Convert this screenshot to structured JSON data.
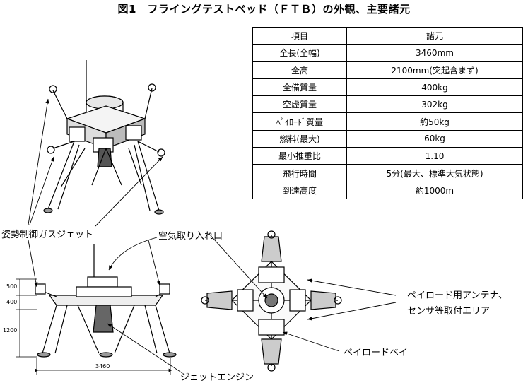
{
  "title": "図1　フライングテストベッド（ＦＴＢ）の外観、主要諸元",
  "spec_table": {
    "headers": [
      "項目",
      "諸元"
    ],
    "rows": [
      [
        "全長(全幅)",
        "3460mm"
      ],
      [
        "全高",
        "2100mm(突起含まず)"
      ],
      [
        "全備質量",
        "400kg"
      ],
      [
        "空虚質量",
        "302kg"
      ],
      [
        "ﾍﾟｲﾛｰﾄﾞ質量",
        "約50kg"
      ],
      [
        "燃料(最大)",
        "60kg"
      ],
      [
        "最小推重比",
        "1.10"
      ],
      [
        "飛行時間",
        "5分(最大、標準大気状態)"
      ],
      [
        "到達高度",
        "約1000m"
      ]
    ]
  },
  "labels": {
    "attitude_jets": "姿勢制御ガスジェット",
    "air_intake": "空気取り入れ口",
    "jet_engine": "ジェットエンジン",
    "antenna_area_line1": "ペイロード用アンテナ、",
    "antenna_area_line2": "センサ等取付エリア",
    "payload_bay": "ペイロードベイ"
  },
  "dimensions": {
    "d500": "500",
    "d400": "400",
    "d1200": "1200",
    "width": "3460"
  }
}
